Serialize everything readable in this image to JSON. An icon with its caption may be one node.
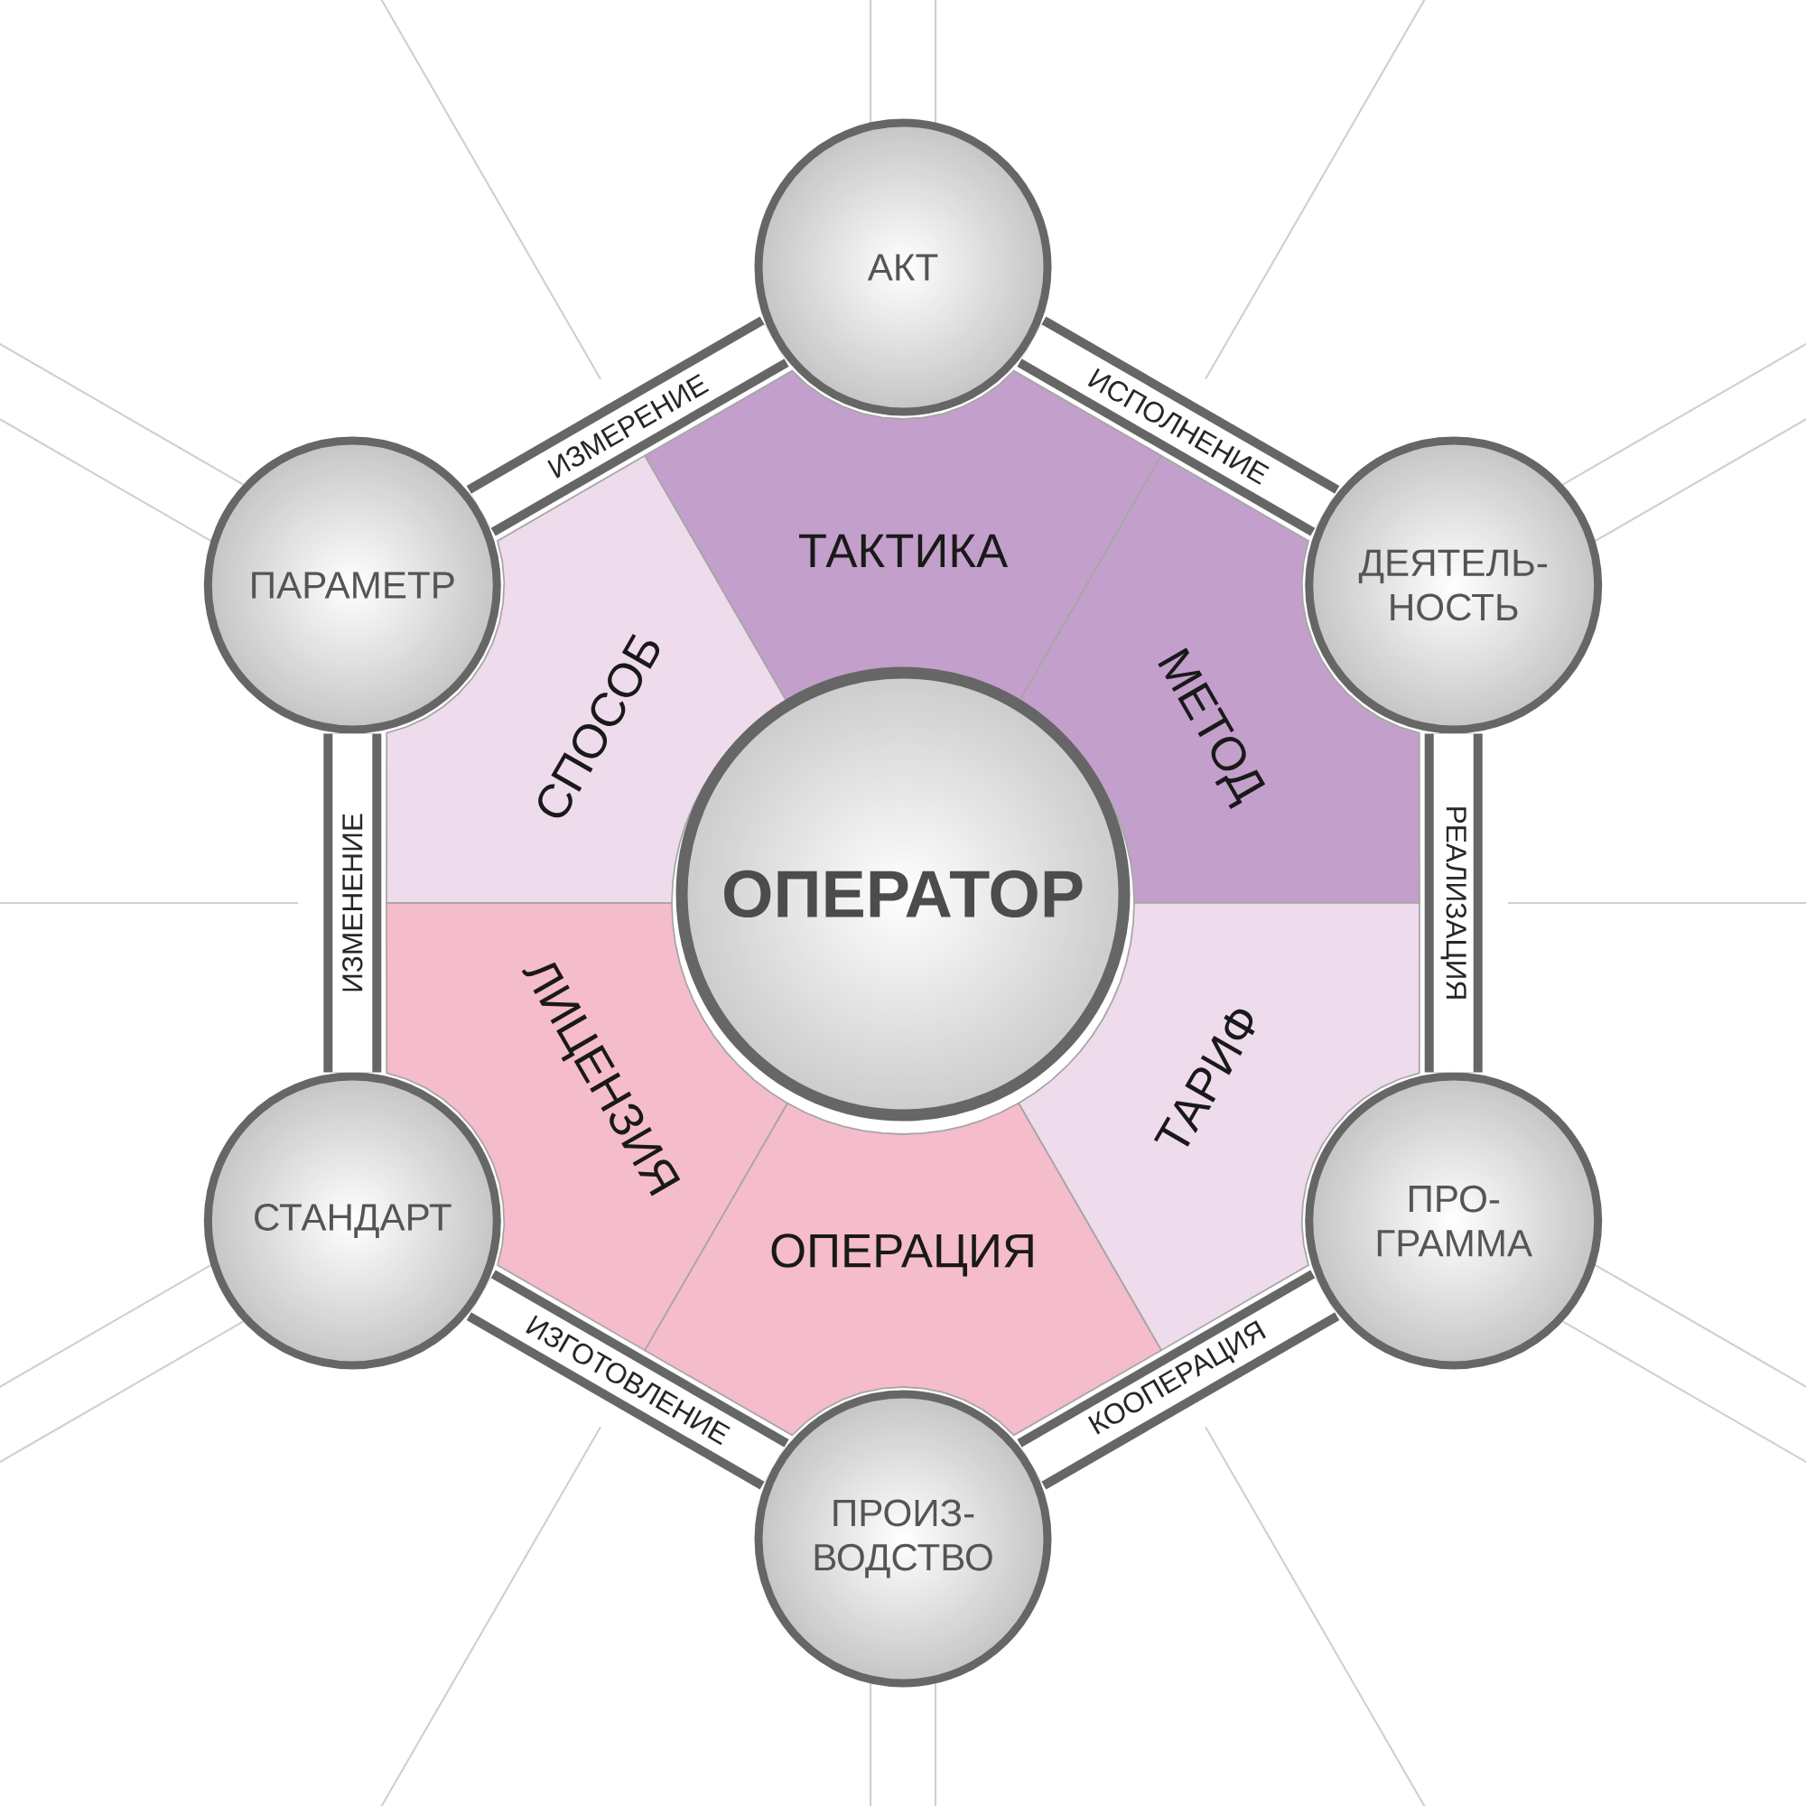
{
  "diagram": {
    "nodes": [
      {
        "text": [
          "АКТ"
        ]
      },
      {
        "text": [
          "ДЕЯТЕЛЬ- НОСТЬ"
        ]
      },
      {
        "text": [
          "ПРО- ГРАММА"
        ]
      },
      {
        "text": [
          "ПРОИЗ- ВОДСТВО"
        ]
      },
      {
        "text": [
          "СТАНДАРТ"
        ]
      },
      {
        "text": [
          "ПАРАМЕТР"
        ]
      },
      {
        "text": [
          "ОПЕРАТОР"
        ]
      },
      {
        "text": [
          "ТАКТИКА"
        ]
      },
      {
        "text": [
          "МЕТОД"
        ]
      },
      {
        "text": [
          "ТАРИФ"
        ]
      },
      {
        "text": [
          "ОПЕРАЦИЯ"
        ]
      },
      {
        "text": [
          "ЛИЦЕНЗИЯ"
        ]
      },
      {
        "text": [
          "СПОСОБ"
        ]
      }
    ],
    "edges": [
      {
        "from": 5,
        "to": 0,
        "arrow": "none",
        "label": "ИЗМЕРЕНИЕ"
      },
      {
        "from": 0,
        "to": 1,
        "arrow": "none",
        "label": "ИСПОЛНЕНИЕ"
      },
      {
        "from": 1,
        "to": 2,
        "arrow": "none",
        "label": "РЕАЛИЗАЦИЯ"
      },
      {
        "from": 2,
        "to": 3,
        "arrow": "none",
        "label": "КООПЕРАЦИЯ"
      },
      {
        "from": 3,
        "to": 4,
        "arrow": "none",
        "label": "ИЗГОТОВЛЕНИЕ"
      },
      {
        "from": 4,
        "to": 5,
        "arrow": "none",
        "label": "ИЗМЕНЕНИЕ"
      }
    ]
  }
}
